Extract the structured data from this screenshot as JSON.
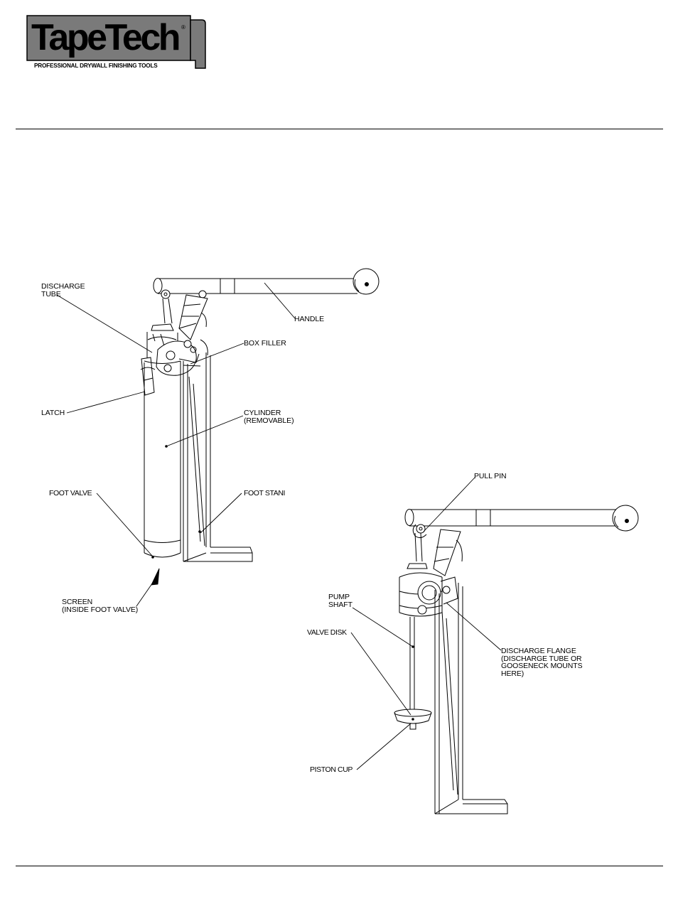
{
  "logo": {
    "wordmark": "TapeTech",
    "registered": "®",
    "tagline": "PROFESSIONAL DRYWALL FINISHING TOOLS"
  },
  "diagram_left": {
    "labels": {
      "discharge_tube": "DISCHARGE\nTUBE",
      "handle": "HANDLE",
      "box_filler": "BOX FILLER",
      "latch": "LATCH",
      "cylinder": "CYLINDER\n(REMOVABLE)",
      "foot_valve": "FOOT VALVE",
      "foot_stand": "FOOT STANI",
      "screen": "SCREEN\n(INSIDE FOOT VALVE)"
    }
  },
  "diagram_right": {
    "labels": {
      "pull_pin": "PULL PIN",
      "pump_shaft": "PUMP\nSHAFT",
      "valve_disk": "VALVE DISK",
      "discharge_flange": "DISCHARGE FLANGE\n(DISCHARGE TUBE OR\nGOOSENECK MOUNTS\nHERE)",
      "piston_cup": "PISTON CUP"
    }
  }
}
